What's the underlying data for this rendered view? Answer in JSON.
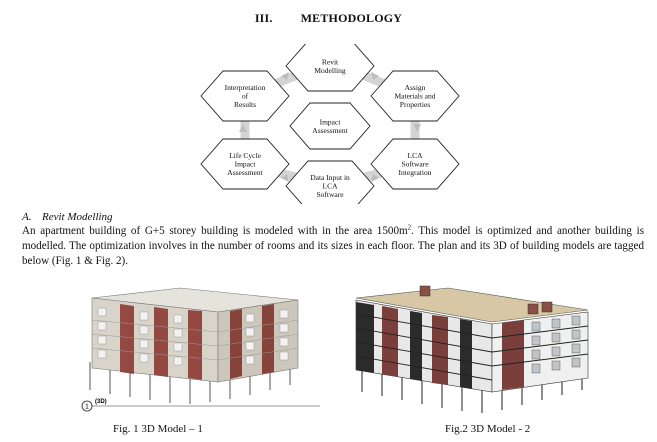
{
  "section": {
    "number": "III.",
    "title": "METHODOLOGY"
  },
  "flow": {
    "center": "Impact\nAssessment",
    "steps": [
      "Revit\nModelling",
      "Assign\nMaterials and\nProperties",
      "LCA\nSoftware\nIntegration",
      "Data Input in\nLCA\nSoftware",
      "Life Cycle\nImpact\nAssessment",
      "Interpretation\nof\nResults"
    ]
  },
  "subsection": {
    "letter": "A.",
    "title": "Revit Modelling"
  },
  "paragraph": {
    "part1": "An apartment building of G+5 storey building is modeled with in the area 1500m",
    "sup": "2",
    "part2": ". This model is optimized and another building is modelled. The optimization involves in the number of rooms and its sizes in each floor. The plan and its 3D of building models are tagged below (Fig. 1 & Fig. 2)."
  },
  "figures": [
    {
      "caption": "Fig. 1 3D Model – 1",
      "tag_number": "1",
      "tag_text": "(3D)"
    },
    {
      "caption": "Fig.2 3D Model - 2"
    }
  ]
}
